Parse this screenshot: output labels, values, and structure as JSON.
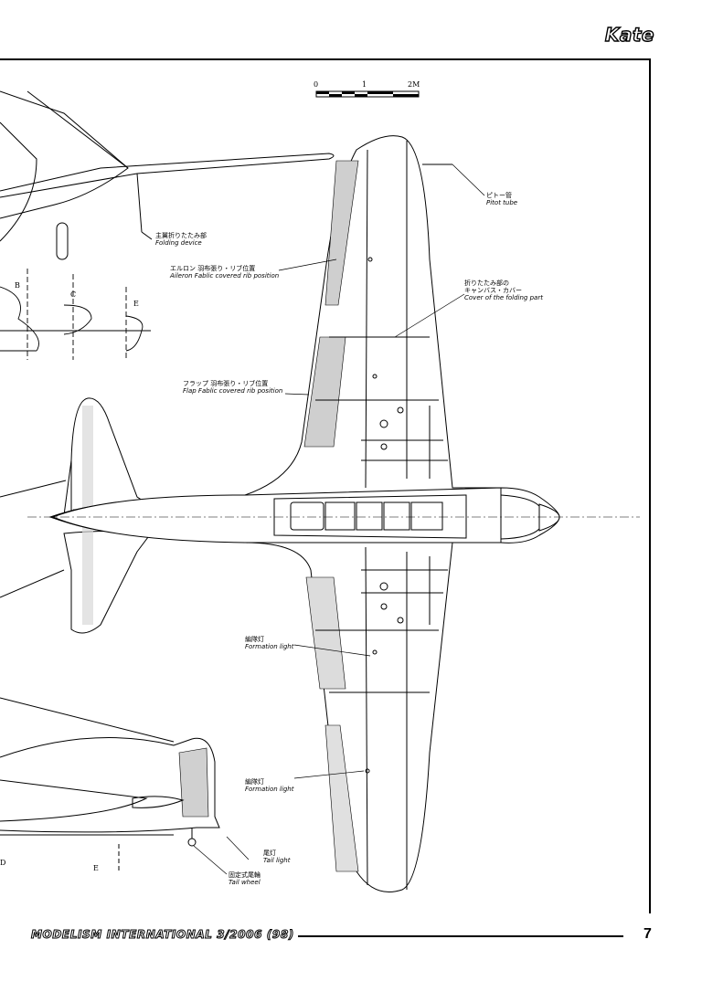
{
  "header": {
    "title": "Kate"
  },
  "scale": {
    "ticks": [
      "0",
      "1",
      "2M"
    ]
  },
  "labels": {
    "pitot": {
      "jp": "ピトー管",
      "en": "Pitot tube"
    },
    "folding_device": {
      "jp": "主翼折りたたみ部",
      "en": "Folding device"
    },
    "aileron": {
      "jp": "エルロン 羽布張り・リブ位置",
      "en": "Aileron Fablic covered rib position"
    },
    "folding_cover": {
      "jp1": "折りたたみ部の",
      "jp2": "キャンバス・カバー",
      "en": "Cover of the folding part"
    },
    "flap": {
      "jp": "フラップ 羽布張り・リブ位置",
      "en": "Flap Fablic covered rib position"
    },
    "formation_light_1": {
      "jp": "編隊灯",
      "en": "Formation light"
    },
    "formation_light_2": {
      "jp": "編隊灯",
      "en": "Formation light"
    },
    "tail_light": {
      "jp": "尾灯",
      "en": "Tail light"
    },
    "tail_wheel": {
      "jp": "固定式尾輪",
      "en": "Tail wheel"
    }
  },
  "section_markers": [
    "B",
    "C",
    "E",
    "D",
    "E"
  ],
  "footer": {
    "magazine": "MODELISM INTERNATIONAL 3/2006 (98)",
    "page_number": "7"
  }
}
